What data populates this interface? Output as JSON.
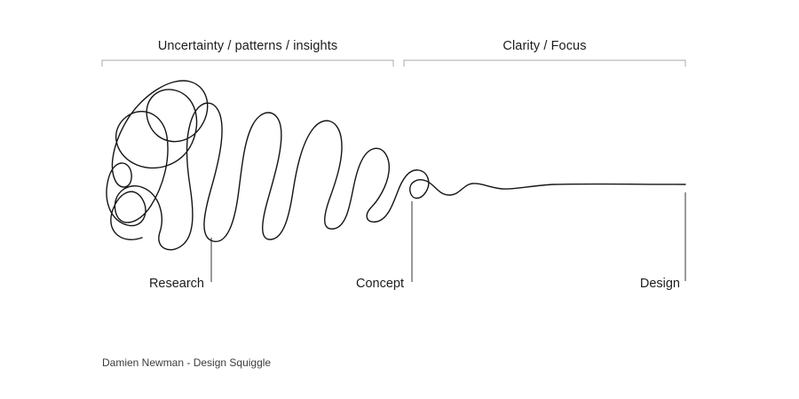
{
  "diagram": {
    "name": "Design Squiggle process diagram",
    "phases_top": {
      "left_label": "Uncertainty / patterns / insights",
      "right_label": "Clarity / Focus"
    },
    "milestones": [
      {
        "label": "Research"
      },
      {
        "label": "Concept"
      },
      {
        "label": "Design"
      }
    ],
    "attribution": "Damien Newman - Design Squiggle"
  },
  "colors": {
    "background": "#ffffff",
    "squiggle": "#141414",
    "bracket": "#a9a9a9",
    "tick": "#333333",
    "label_text": "#1c1c1c",
    "attribution_text": "#3d3d3d"
  }
}
